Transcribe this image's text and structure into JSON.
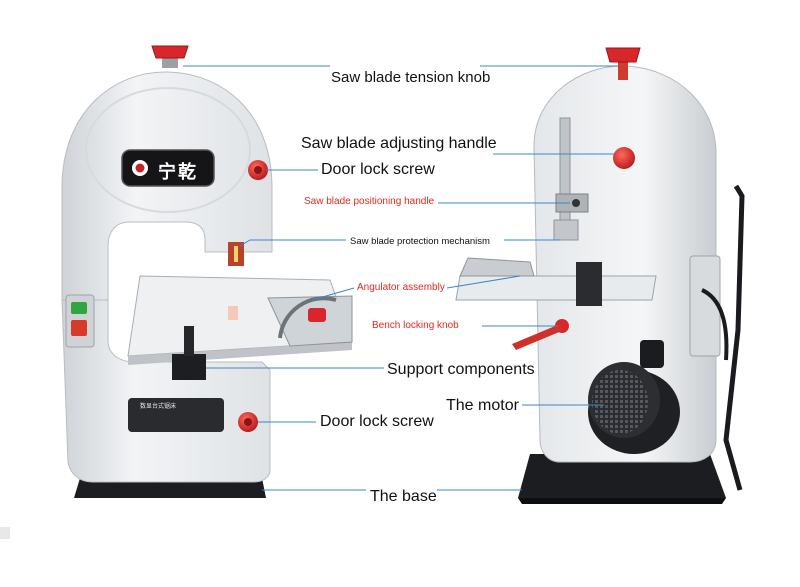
{
  "brand": {
    "logo_text": "宁乾"
  },
  "plate_text": "数显台式锯床",
  "colors": {
    "leader_line": "#3f86c9",
    "label_text": "#111111",
    "label_red": "#e0281f",
    "machine_body": "#e9ecef",
    "base_black": "#1c1d20",
    "knob_red": "#d8262a"
  },
  "labels": [
    {
      "id": "tension-knob",
      "text": "Saw blade tension knob",
      "color": "dark"
    },
    {
      "id": "adjusting-handle",
      "text": "Saw blade adjusting handle",
      "color": "dark"
    },
    {
      "id": "door-lock-top",
      "text": "Door lock screw",
      "color": "dark"
    },
    {
      "id": "positioning-handle",
      "text": "Saw blade positioning handle",
      "color": "red"
    },
    {
      "id": "protection-mechanism",
      "text": "Saw blade protection mechanism",
      "color": "dark"
    },
    {
      "id": "angulator",
      "text": "Angulator assembly",
      "color": "red"
    },
    {
      "id": "bench-locking",
      "text": "Bench locking knob",
      "color": "red"
    },
    {
      "id": "support",
      "text": "Support components",
      "color": "dark"
    },
    {
      "id": "motor",
      "text": "The motor",
      "color": "dark"
    },
    {
      "id": "door-lock-bottom",
      "text": "Door lock screw",
      "color": "dark"
    },
    {
      "id": "base",
      "text": "The base",
      "color": "dark"
    }
  ]
}
